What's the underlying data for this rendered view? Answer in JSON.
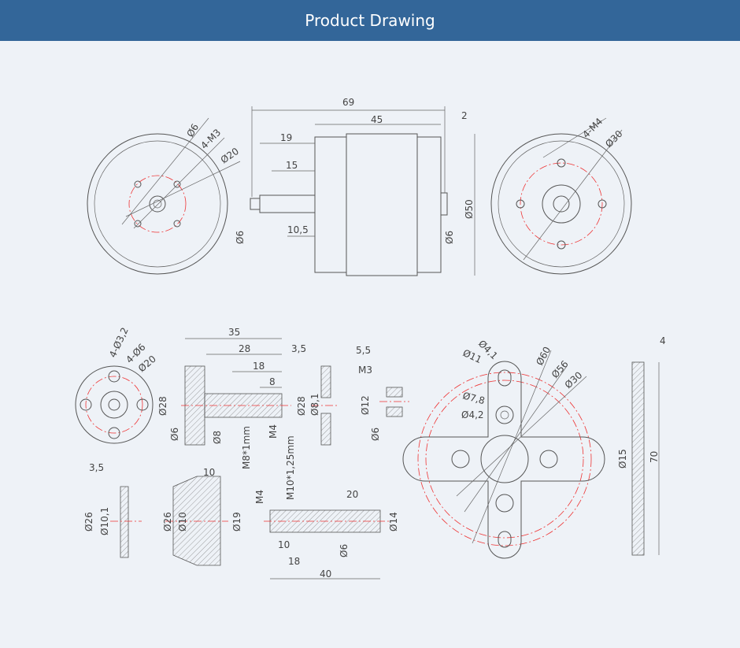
{
  "header": {
    "title": "Product Drawing"
  },
  "dims": [
    "69",
    "45",
    "2",
    "19",
    "15",
    "10,5",
    "Ø6",
    "Ø6",
    "Ø50",
    "Ø6",
    "4-M3",
    "Ø20",
    "4-M4",
    "Ø30",
    "4-Ø3,2",
    "4-Ø6",
    "Ø20",
    "35",
    "28",
    "18",
    "8",
    "Ø28",
    "Ø6",
    "Ø8",
    "M8*1mm",
    "M4",
    "3,5",
    "Ø28",
    "Ø8,1",
    "5,5",
    "M3",
    "Ø12",
    "Ø6",
    "Ø11",
    "Ø4,1",
    "Ø60",
    "Ø56",
    "Ø30",
    "Ø7,8",
    "Ø4,2",
    "4",
    "Ø15",
    "70",
    "3,5",
    "Ø26",
    "Ø10,1",
    "10",
    "Ø26",
    "Ø10",
    "Ø19",
    "M4",
    "M10*1,25mm",
    "20",
    "Ø14",
    "10",
    "Ø6",
    "18",
    "40"
  ]
}
